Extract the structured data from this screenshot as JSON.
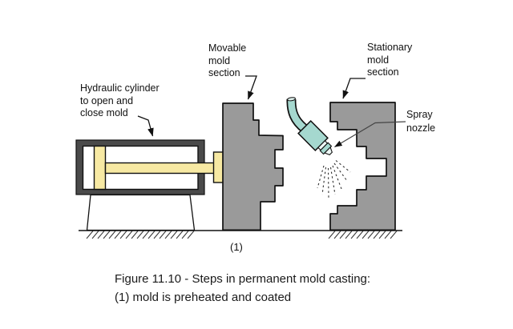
{
  "diagram": {
    "labels": {
      "hydraulic_cylinder": "Hydraulic cylinder\nto open and\nclose mold",
      "movable_mold": "Movable\nmold\nsection",
      "stationary_mold": "Stationary\nmold\nsection",
      "spray_nozzle": "Spray\nnozzle",
      "step_number": "(1)"
    },
    "caption": {
      "line1": "Figure 11.10 - Steps in permanent mold casting:",
      "line2": "(1) mold is preheated and coated"
    },
    "colors": {
      "mold_gray": "#9a9a9a",
      "cylinder_frame_gray": "#4a4a4a",
      "hydraulic_yellow": "#f7e9a3",
      "nozzle_teal": "#a5d8cf",
      "outline": "#111111",
      "background": "#ffffff"
    }
  }
}
